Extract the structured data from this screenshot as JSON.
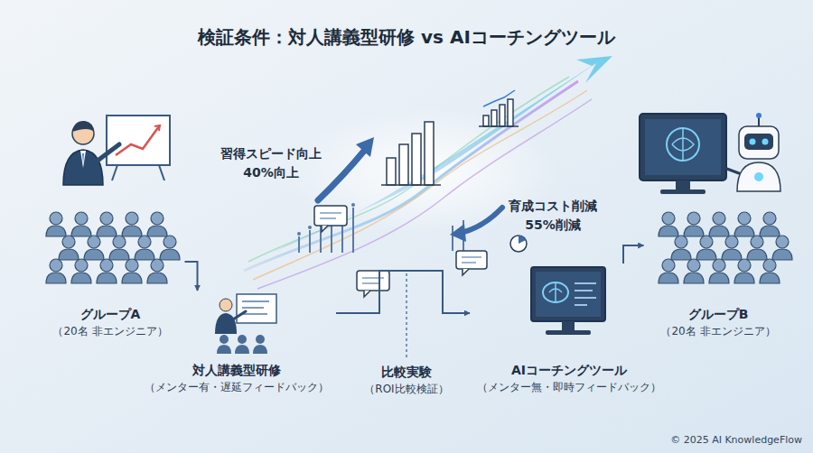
{
  "diagram": {
    "title": "検証条件：対人講義型研修 vs AIコーチングツール",
    "nodes": [
      {
        "text": [
          "グループA",
          "（20名 非エンジニア）"
        ]
      },
      {
        "text": [
          "対人講義型研修",
          "（メンター有・遅延フィードバック）"
        ]
      },
      {
        "text": [
          "比較実験",
          "（ROI比較検証）"
        ]
      },
      {
        "text": [
          "AIコーチングツール",
          "（メンター無・即時フィードバック）"
        ]
      },
      {
        "text": [
          "グループB",
          "（20名 非エンジニア）"
        ]
      }
    ],
    "edges": [
      {
        "from": 0,
        "to": 1,
        "arrow": "to"
      },
      {
        "from": 1,
        "to": 3,
        "arrow": "to"
      },
      {
        "from": 3,
        "to": 4,
        "arrow": "to"
      }
    ],
    "labels": [
      "習得スピード向上",
      "40%向上",
      "育成コスト削減",
      "55%削減",
      "© 2025 AI KnowledgeFlow"
    ]
  }
}
